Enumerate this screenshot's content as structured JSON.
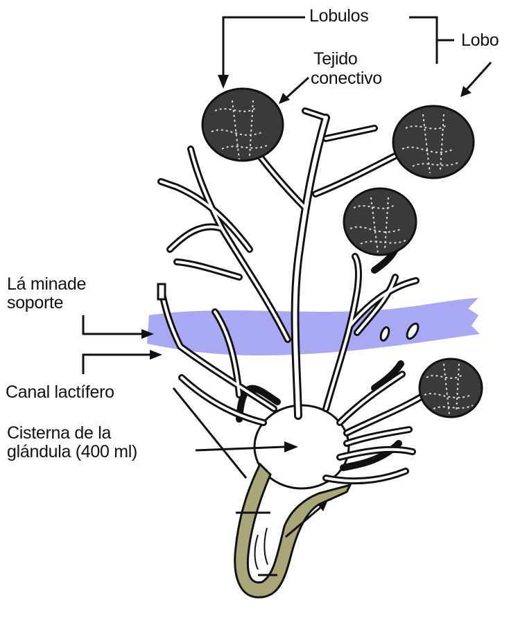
{
  "labels": {
    "lobulos": "Lobulos",
    "lobo": "Lobo",
    "tejido_line1": "Tejido",
    "tejido_line2": "conectivo",
    "lamina_line1": "Lá minade",
    "lamina_line2": "soporte",
    "canal": "Canal lactífero",
    "cisterna_line1": "Cisterna de la",
    "cisterna_line2": "glándula (400 ml)"
  },
  "colors": {
    "support_band": "#a9a8f2",
    "teat_wall": "#a9a67a",
    "lobule_fill": "#3a3a3a",
    "ink": "#111111"
  }
}
